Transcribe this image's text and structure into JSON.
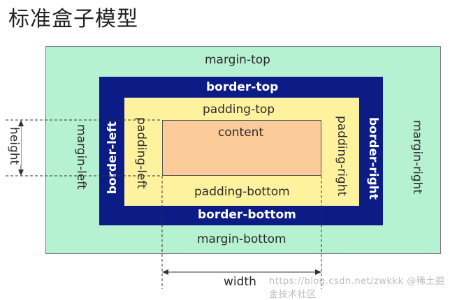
{
  "title": "标准盒子模型",
  "labels": {
    "margin_top": "margin-top",
    "margin_bottom": "margin-bottom",
    "margin_left": "margin-left",
    "margin_right": "margin-right",
    "border_top": "border-top",
    "border_bottom": "border-bottom",
    "border_left": "border-left",
    "border_right": "border-right",
    "padding_top": "padding-top",
    "padding_bottom": "padding-bottom",
    "padding_left": "padding-left",
    "padding_right": "padding-right",
    "content": "content",
    "height": "height",
    "width": "width"
  },
  "watermark": "https://blog.csdn.net/zwkkk  @稀土掘金技术社区",
  "colors": {
    "margin": "#b6f1d2",
    "border": "#0c1c86",
    "padding": "#fff29e",
    "content": "#fbcb9a"
  }
}
